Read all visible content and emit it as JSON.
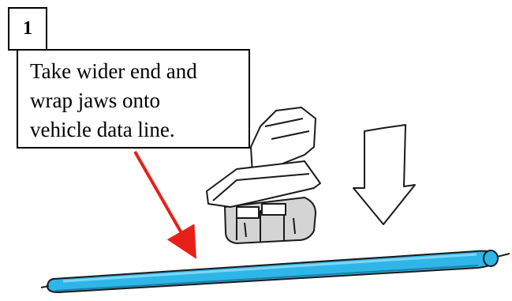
{
  "step": {
    "number": "1"
  },
  "instruction": {
    "lines": [
      "Take wider end and",
      "wrap jaws onto",
      "vehicle data line."
    ]
  },
  "colors": {
    "pointer_arrow": "#e8201a",
    "data_line": "#2fb6e8",
    "connector_body": "#d4d4d4",
    "outline": "#1a1a1a"
  },
  "icons": {
    "down_arrow": "hollow-down-arrow-icon",
    "pointer": "red-pointer-arrow"
  }
}
